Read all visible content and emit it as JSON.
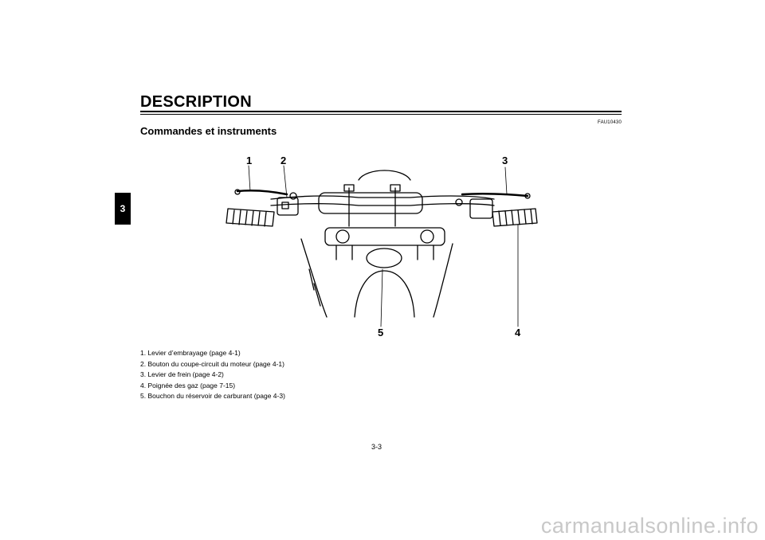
{
  "header": {
    "chapter_title": "DESCRIPTION",
    "section_tab": "3"
  },
  "reference_code": "FAU10430",
  "section_title": "Commandes et instruments",
  "figure": {
    "callouts": [
      "1",
      "2",
      "3",
      "4",
      "5"
    ]
  },
  "legend": [
    "1. Levier d’embrayage (page 4-1)",
    "2. Bouton du coupe-circuit du moteur (page 4-1)",
    "3. Levier de frein (page 4-2)",
    "4. Poignée des gaz (page 7-15)",
    "5. Bouchon du réservoir de carburant (page 4-3)"
  ],
  "page_number": "3-3",
  "watermark": "carmanualsonline.info"
}
